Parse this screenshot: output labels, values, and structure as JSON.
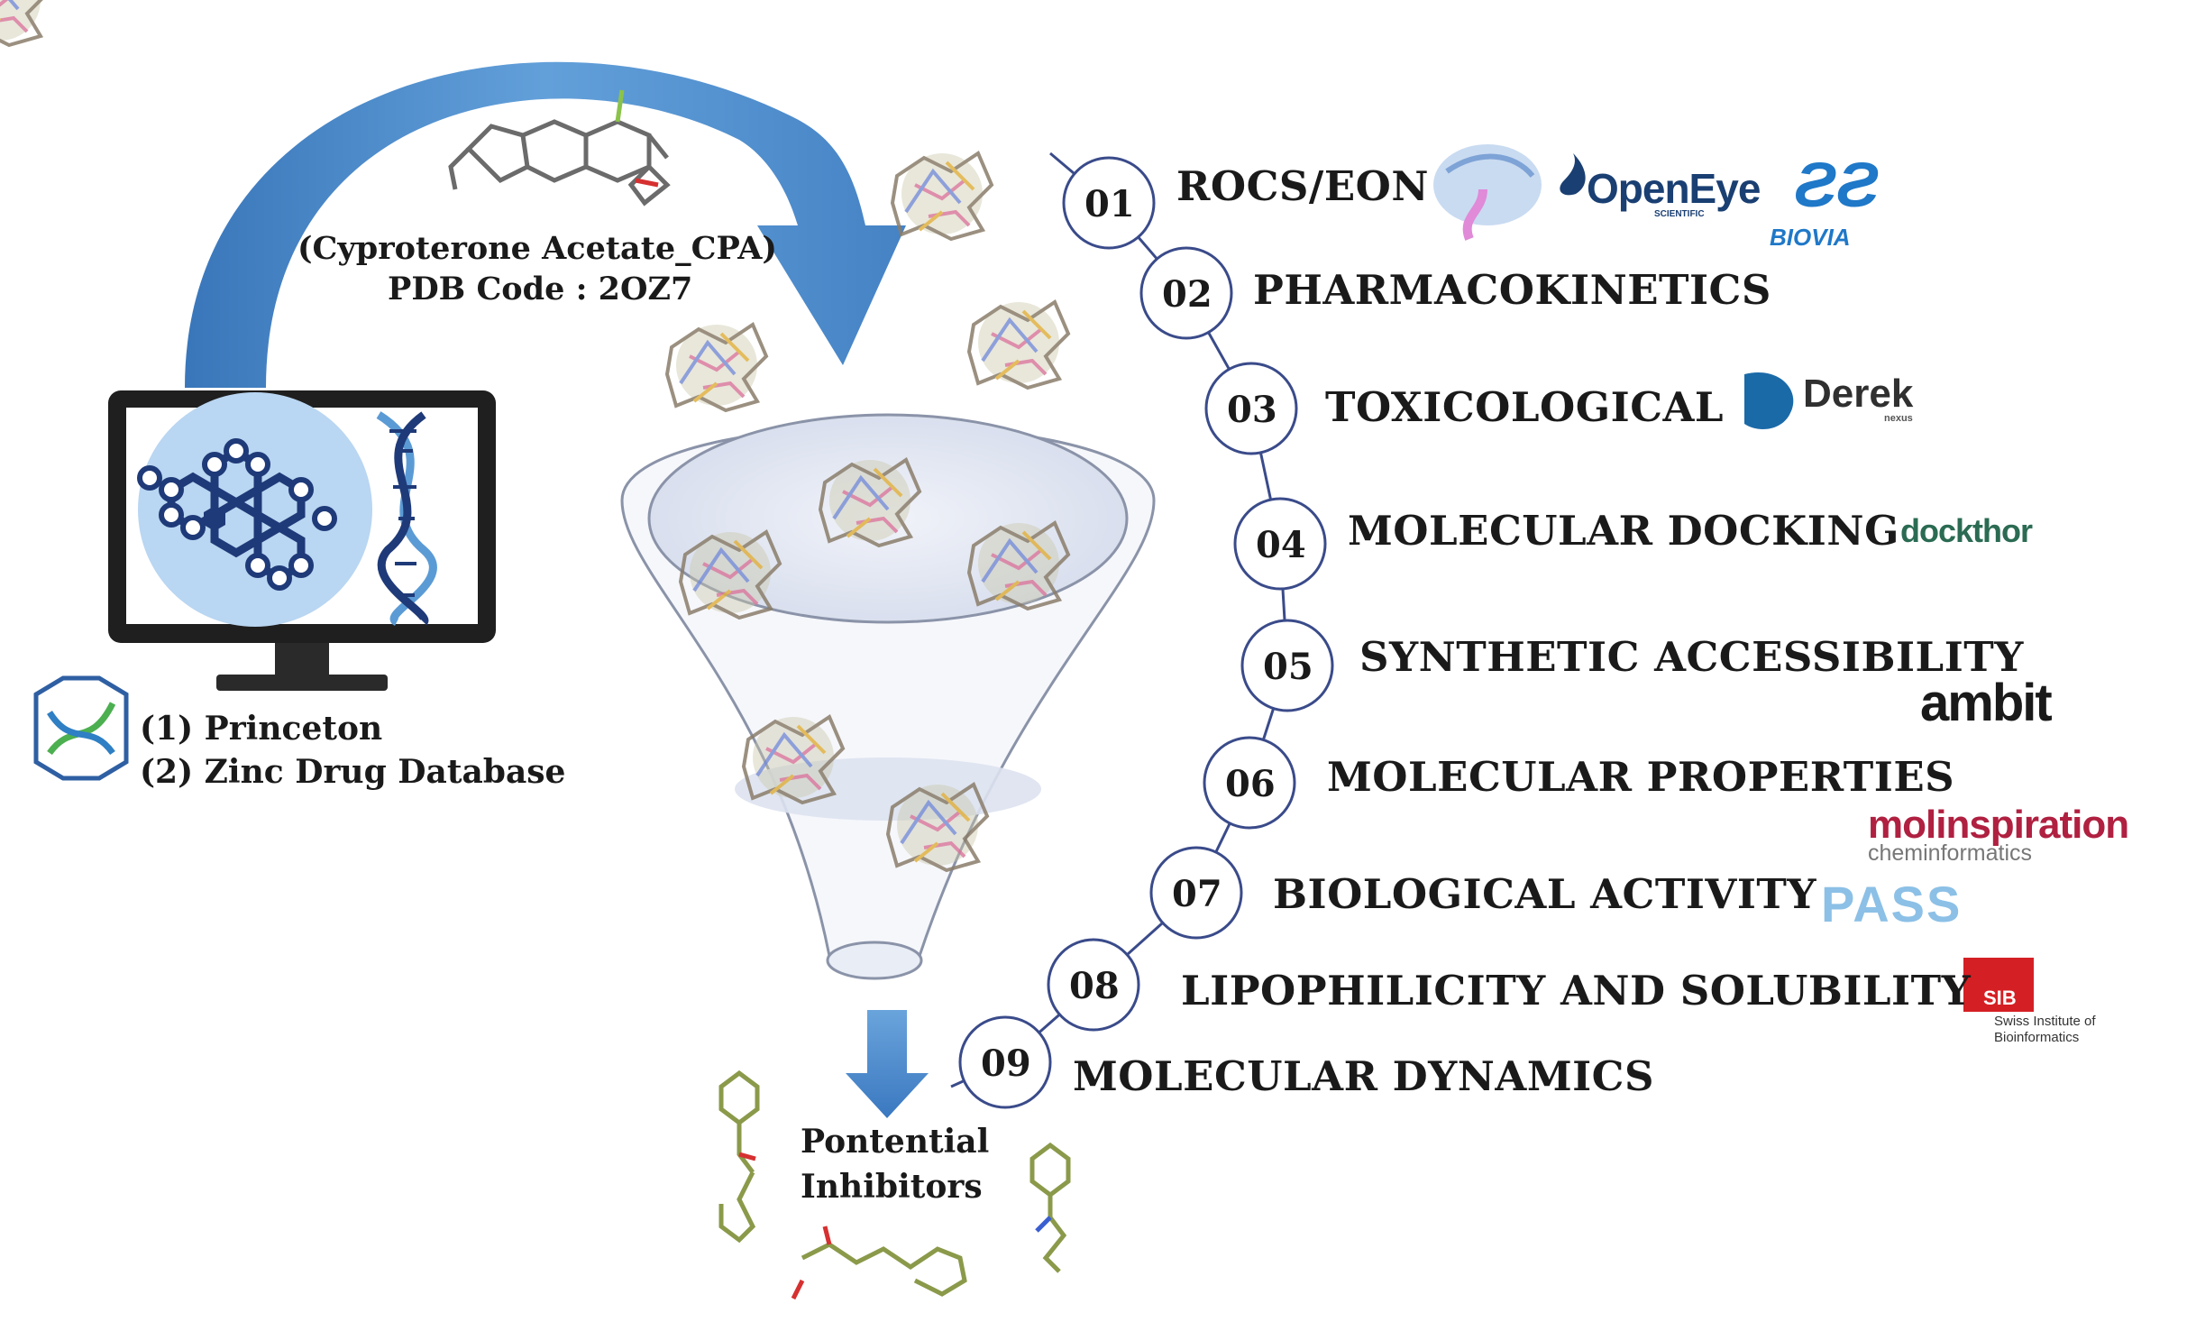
{
  "query": {
    "name": "(Cyproterone Acetate_CPA)",
    "pdb": "PDB Code : 2OZ7"
  },
  "databases": [
    {
      "label": "(1) Princeton"
    },
    {
      "label": "(2) Zinc Drug Database"
    }
  ],
  "output": {
    "line1": "Pontential",
    "line2": "Inhibitors"
  },
  "steps": [
    {
      "num": "01",
      "label": "ROCS/EON"
    },
    {
      "num": "02",
      "label": "PHARMACOKINETICS"
    },
    {
      "num": "03",
      "label": "TOXICOLOGICAL"
    },
    {
      "num": "04",
      "label": "MOLECULAR DOCKING"
    },
    {
      "num": "05",
      "label": "SYNTHETIC ACCESSIBILITY"
    },
    {
      "num": "06",
      "label": "MOLECULAR PROPERTIES"
    },
    {
      "num": "07",
      "label": "BIOLOGICAL ACTIVITY"
    },
    {
      "num": "08",
      "label": "LIPOPHILICITY AND SOLUBILITY"
    },
    {
      "num": "09",
      "label": "MOLECULAR DYNAMICS"
    }
  ],
  "logos": {
    "openeye": "OpenEye",
    "openeye_sub": "SCIENTIFIC",
    "biovia": "BIOVIA",
    "derek": "Derek",
    "derek_sub": "nexus",
    "dockthor": "dockthor",
    "ambit": "ambit",
    "molinspiration": "molinspiration",
    "molinspiration_sub": "cheminformatics",
    "pass": "PASS",
    "sib": "SIB",
    "sib_sub1": "Swiss Institute of",
    "sib_sub2": "Bioinformatics"
  },
  "colors": {
    "arrow": "#3d7fc4",
    "node_stroke": "#3a4b8a",
    "monitor": "#1f1f1f",
    "screen_circle": "#b9d6f2",
    "funnel_fill": "#e6e9f3"
  }
}
